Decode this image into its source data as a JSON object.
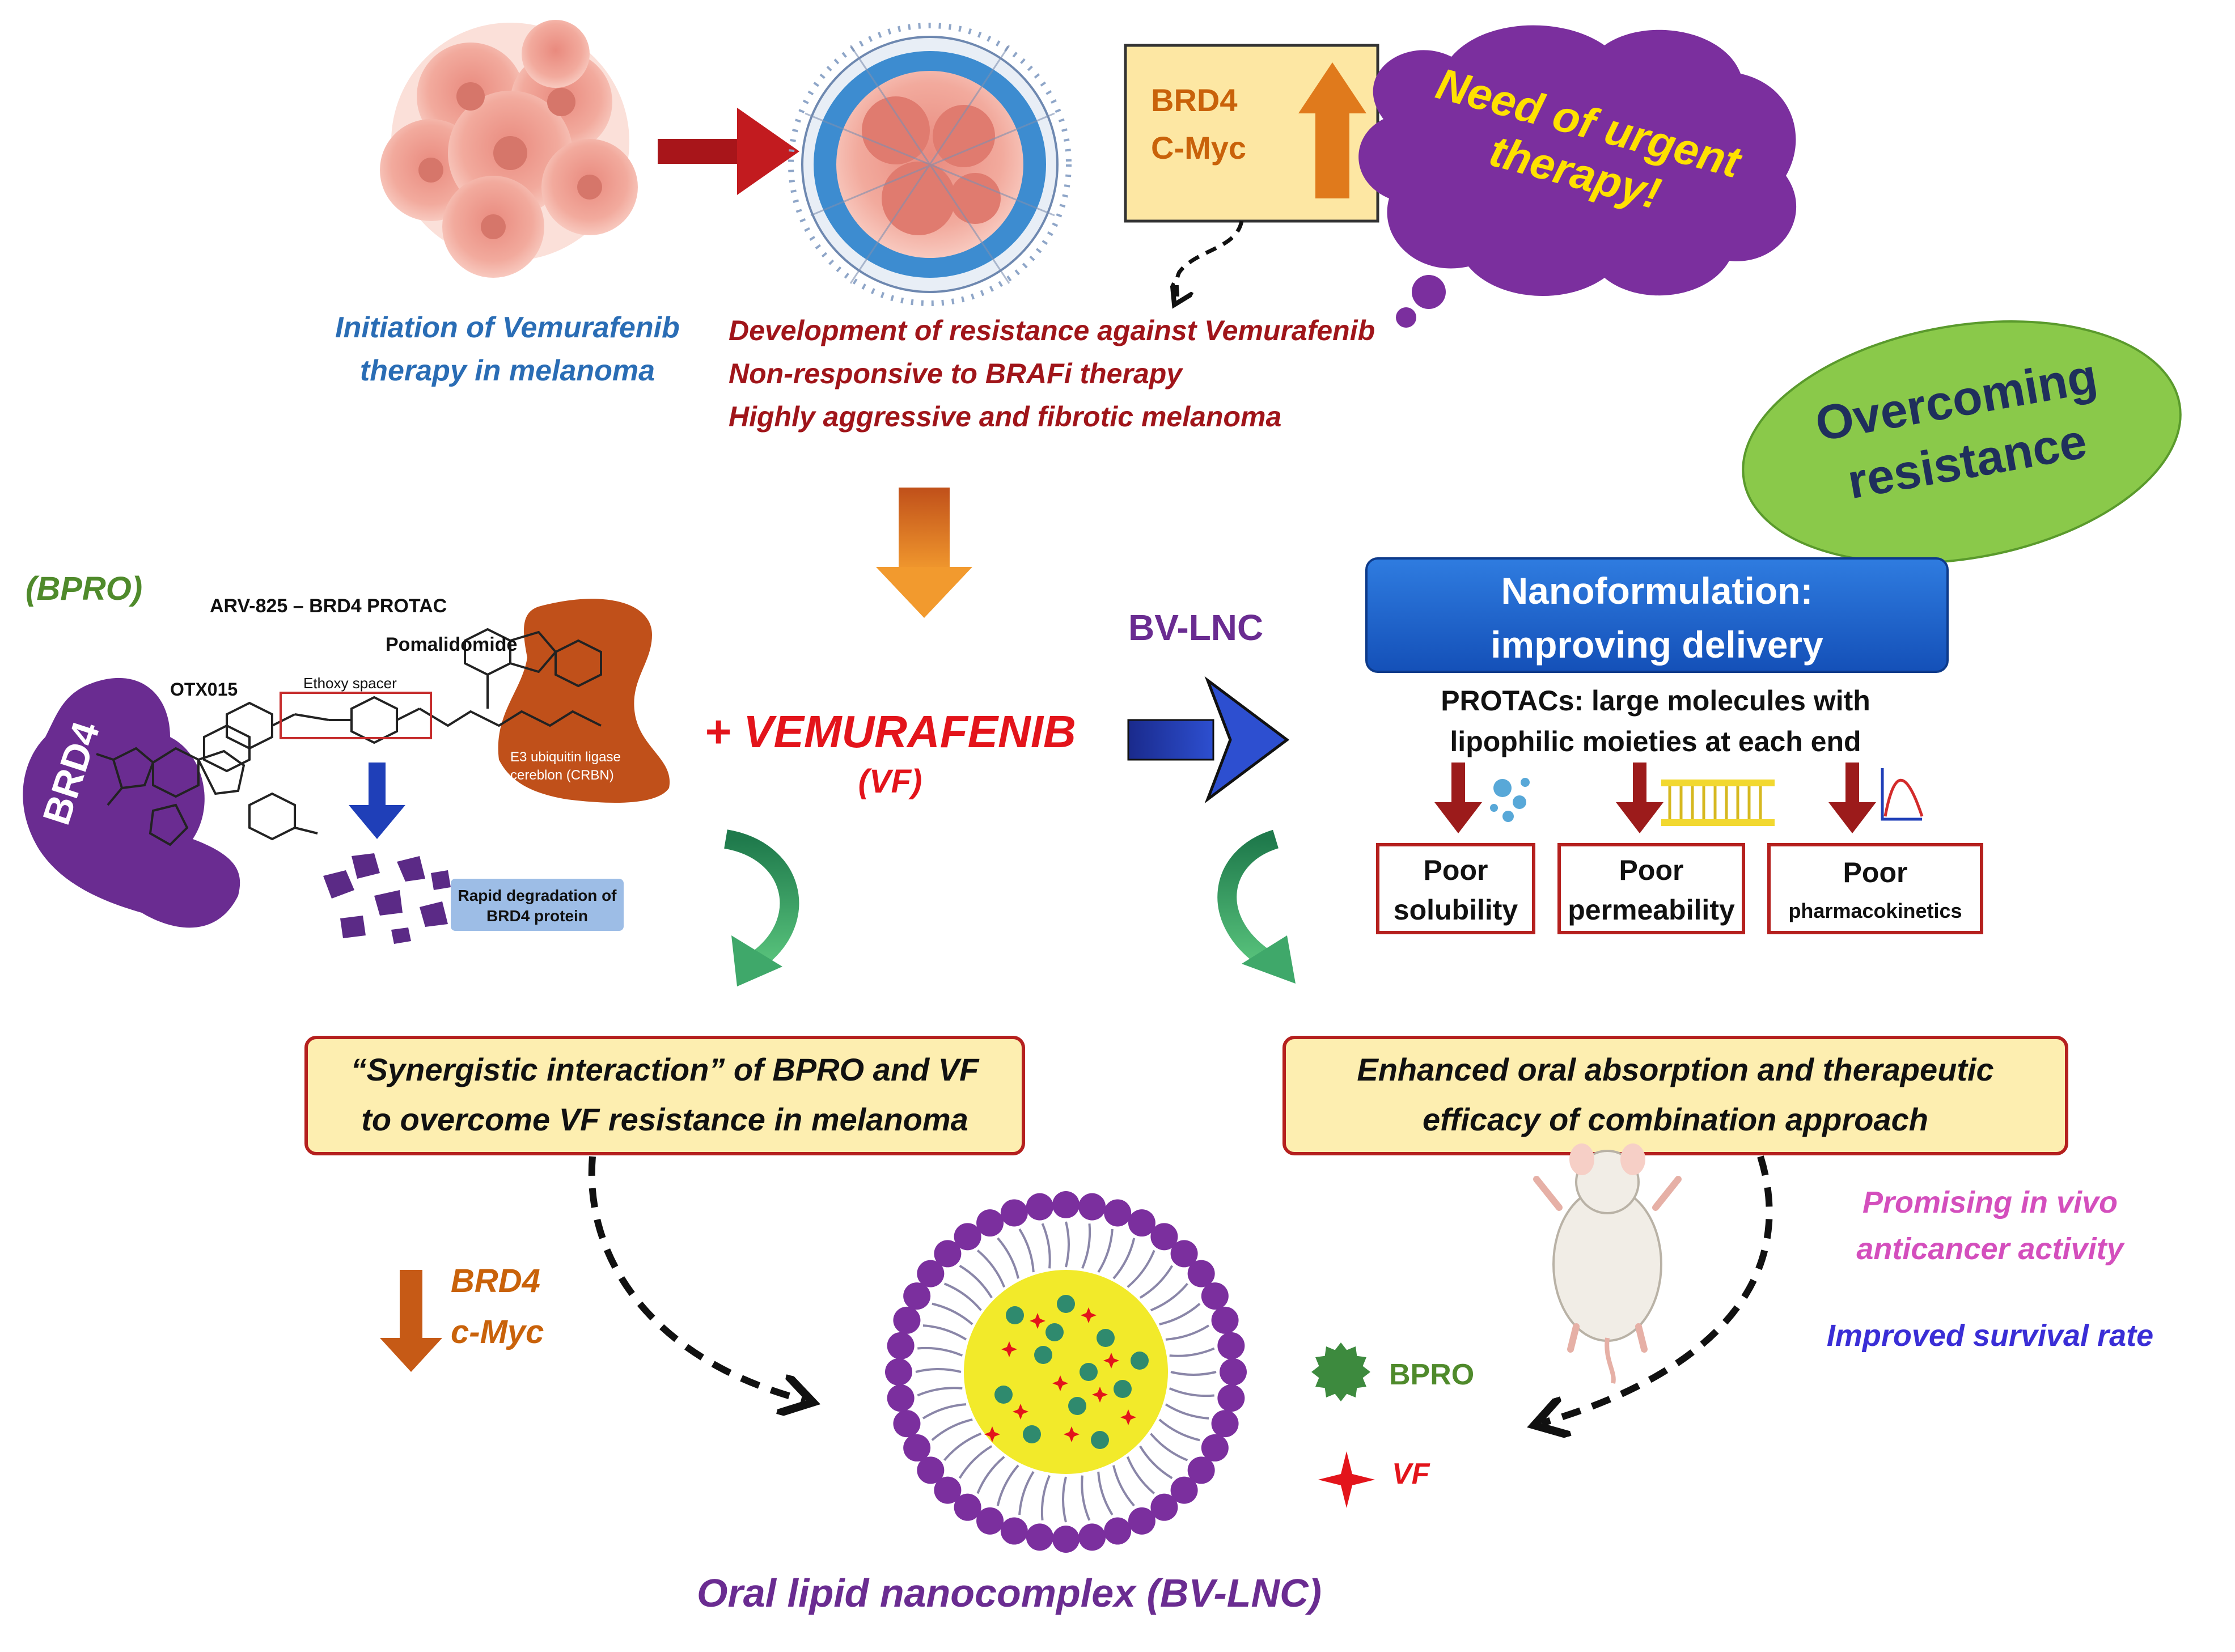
{
  "colors": {
    "blue_text": "#2a6db5",
    "dark_red_text": "#a0151a",
    "green_text": "#4f8a2b",
    "purple_text": "#6a2c91",
    "red_text": "#e3141b",
    "orange_text": "#c9620a",
    "pink_text": "#d44fbd",
    "indigo_text": "#3a2ed6",
    "cloud_purple": "#7b2f9e",
    "cloud_text_yellow": "#ffe100",
    "bubble_green": "#8ac94a",
    "bubble_text_navy": "#1f2f5c",
    "yellow_box": "#fdeeb0",
    "box_border_red": "#b5201e",
    "nano_blue": "#1b5fc8"
  },
  "top": {
    "initiation_lines": [
      "Initiation of Vemurafenib",
      "therapy in melanoma"
    ],
    "resistance_lines": [
      "Development of resistance against Vemurafenib",
      "Non-responsive to BRAFi therapy",
      "Highly aggressive and fibrotic melanoma"
    ],
    "brd4_box_lines": [
      "BRD4",
      "C-Myc"
    ],
    "cloud_lines": [
      "Need of urgent",
      "therapy!"
    ],
    "bubble_lines": [
      "Overcoming",
      "resistance"
    ]
  },
  "left": {
    "bpro_label": "(BPRO)",
    "protac_title": "ARV-825 – BRD4 PROTAC",
    "pomalidomide": "Pomalidomide",
    "otx015": "OTX015",
    "ethoxy": "Ethoxy spacer",
    "e3_lines": [
      "E3 ubiquitin ligase",
      "cereblon (CRBN)"
    ],
    "brd4_blob": "BRD4",
    "degradation_lines": [
      "Rapid degradation of",
      "BRD4 protein"
    ]
  },
  "middle": {
    "vemurafenib": "+ VEMURAFENIB",
    "vf": "(VF)",
    "bv_lnc": "BV-LNC"
  },
  "right": {
    "nano_lines": [
      "Nanoformulation:",
      "improving delivery"
    ],
    "protac_lines": [
      "PROTACs: large molecules with",
      "lipophilic moieties at each end"
    ],
    "poor_boxes": [
      {
        "line1": "Poor",
        "line2": "solubility"
      },
      {
        "line1": "Poor",
        "line2": "permeability"
      },
      {
        "line1": "Poor",
        "line2": "pharmacokinetics"
      }
    ]
  },
  "bottom": {
    "synergy_lines": [
      "“Synergistic interaction” of BPRO and VF",
      "to overcome VF resistance in melanoma"
    ],
    "enhanced_lines": [
      "Enhanced oral absorption and therapeutic",
      "efficacy of combination approach"
    ],
    "brd4_cmyc_lines": [
      "BRD4",
      "c-Myc"
    ],
    "legend_bpro": "BPRO",
    "legend_vf": "VF",
    "promising_lines": [
      "Promising in vivo",
      "anticancer activity"
    ],
    "survival": "Improved survival rate",
    "caption": "Oral lipid nanocomplex (BV-LNC)"
  }
}
